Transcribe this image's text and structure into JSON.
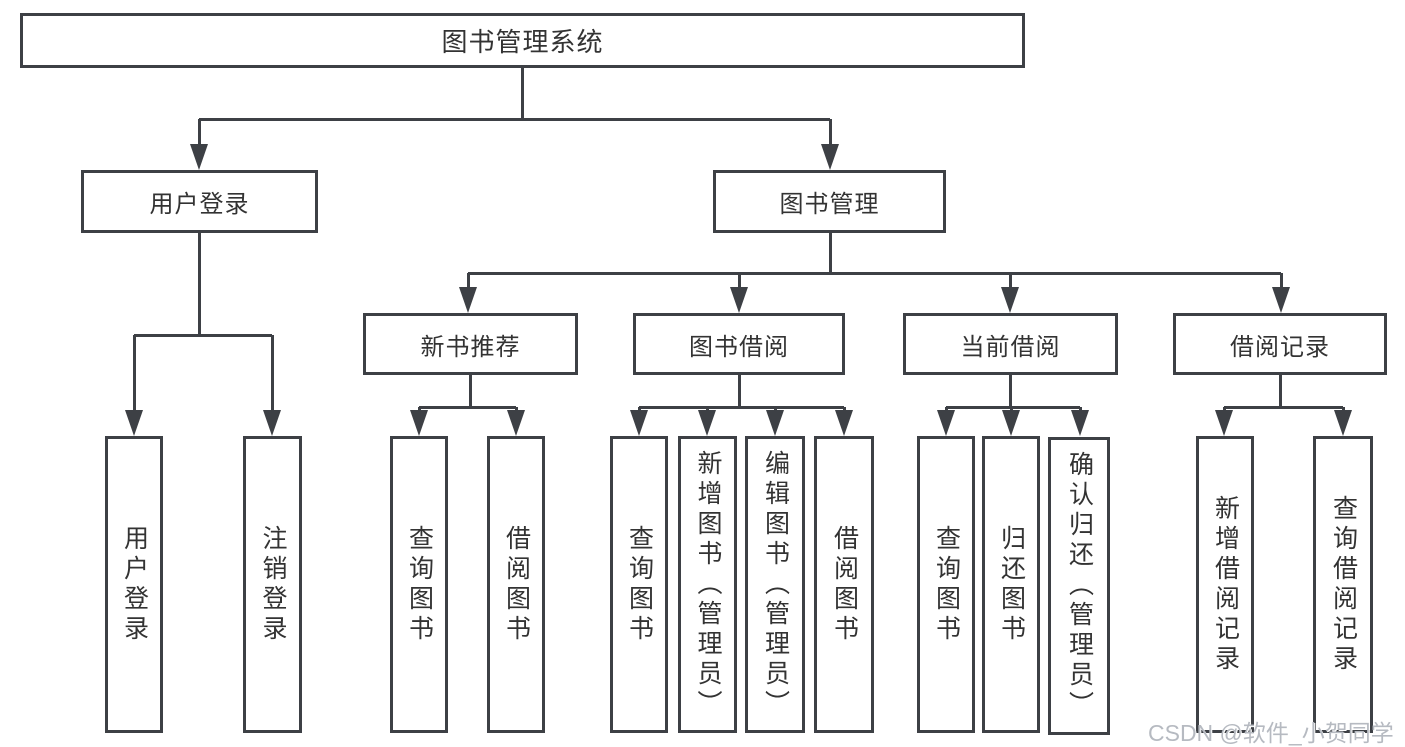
{
  "diagram_type": "hierarchy-tree",
  "colors": {
    "line": "#3d4045",
    "text": "#333333",
    "background": "#ffffff"
  },
  "tree": {
    "label": "图书管理系统",
    "children": [
      {
        "label": "用户登录",
        "children": [
          {
            "label": "用户登录"
          },
          {
            "label": "注销登录"
          }
        ]
      },
      {
        "label": "图书管理",
        "children": [
          {
            "label": "新书推荐",
            "children": [
              {
                "label": "查询图书"
              },
              {
                "label": "借阅图书"
              }
            ]
          },
          {
            "label": "图书借阅",
            "children": [
              {
                "label": "查询图书"
              },
              {
                "label": "新增图书（管理员）"
              },
              {
                "label": "编辑图书（管理员）"
              },
              {
                "label": "借阅图书"
              }
            ]
          },
          {
            "label": "当前借阅",
            "children": [
              {
                "label": "查询图书"
              },
              {
                "label": "归还图书"
              },
              {
                "label": "确认归还（管理员）"
              }
            ]
          },
          {
            "label": "借阅记录",
            "children": [
              {
                "label": "新增借阅记录"
              },
              {
                "label": "查询借阅记录"
              }
            ]
          }
        ]
      }
    ]
  },
  "watermark": {
    "text": "CSDN @软件_小贺同学",
    "color": "#b6bac1"
  }
}
